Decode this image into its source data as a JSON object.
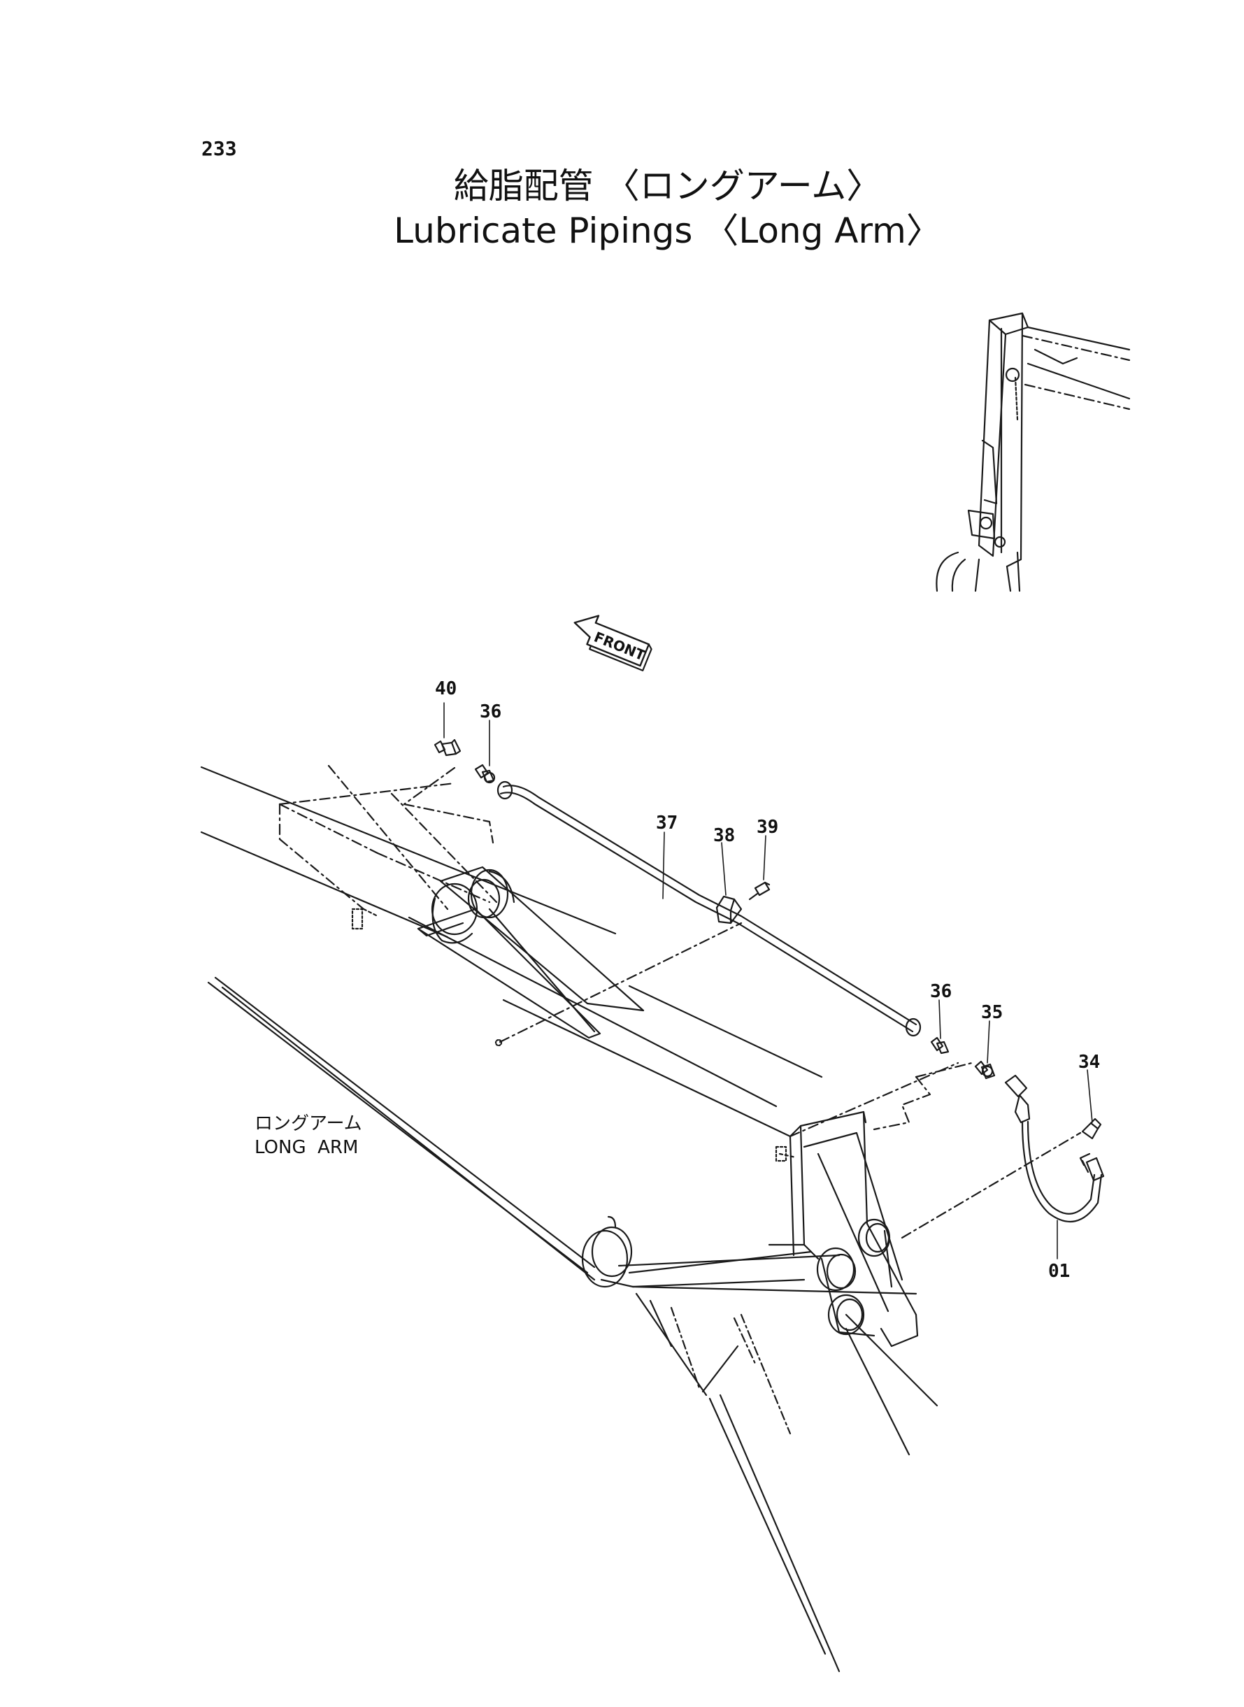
{
  "page_number": "233",
  "title": {
    "japanese": "給脂配管 〈ロングアーム〉",
    "english": "Lubricate Pipings 〈Long Arm〉"
  },
  "direction_indicator": "FRONT",
  "arm_label": {
    "japanese": "ロングアーム",
    "english": "LONG  ARM"
  },
  "callouts": [
    "40",
    "36",
    "37",
    "38",
    "39",
    "36",
    "35",
    "34",
    "01"
  ],
  "icons": {
    "front_arrow": "front-arrow-icon"
  }
}
